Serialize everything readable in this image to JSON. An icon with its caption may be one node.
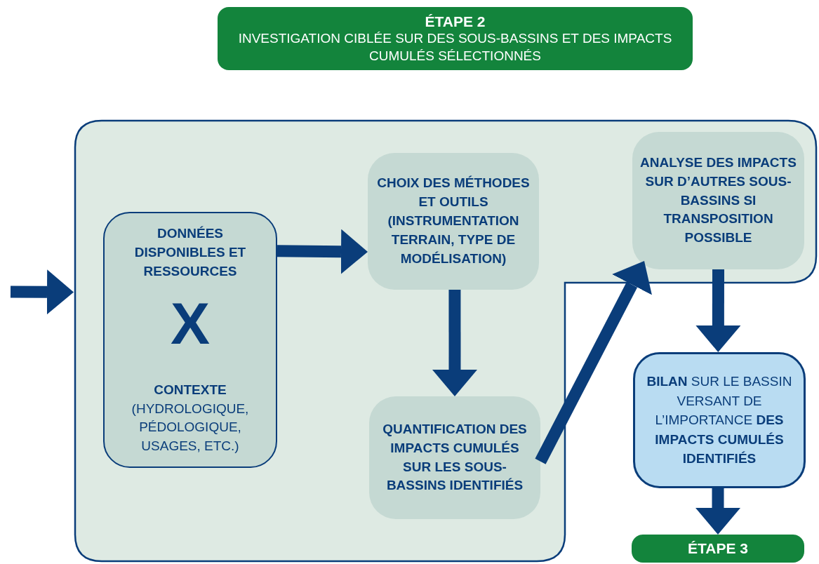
{
  "diagram": {
    "nodes": [
      {
        "text": [
          "ÉTAPE 2",
          "INVESTIGATION CIBLÉE SUR DES SOUS-BASSINS ET DES IMPACTS CUMULÉS SÉLECTIONNÉS"
        ]
      },
      {
        "text": [],
        "shape": "box"
      },
      {
        "text": [
          "DONNÉES DISPONIBLES ET RESSOURCES",
          "X",
          "CONTEXTE",
          "(HYDROLOGIQUE, PÉDOLOGIQUE, USAGES, ETC.)"
        ],
        "in": 1
      },
      {
        "text": [
          "CHOIX DES MÉTHODES ET OUTILS (INSTRUMENTATION TERRAIN, TYPE DE MODÉLISATION)"
        ],
        "in": 1
      },
      {
        "text": [
          "QUANTIFICATION DES IMPACTS CUMULÉS SUR LES SOUS-BASSINS IDENTIFIÉS"
        ],
        "in": 1
      },
      {
        "text": [
          "ANALYSE DES IMPACTS SUR D’AUTRES SOUS-BASSINS SI TRANSPOSITION POSSIBLE"
        ],
        "in": 1
      },
      {
        "text": [
          "**BILAN** SUR LE BASSIN VERSANT DE L’IMPORTANCE **DES IMPACTS CUMULÉS IDENTIFIÉS**"
        ]
      },
      {
        "text": [
          "ÉTAPE 3"
        ]
      }
    ],
    "edges": [
      {
        "from": null,
        "to": 1,
        "arrow": "to"
      },
      {
        "from": 2,
        "to": 3,
        "arrow": "to"
      },
      {
        "from": 3,
        "to": 4,
        "arrow": "to"
      },
      {
        "from": 4,
        "to": 5,
        "arrow": "to"
      },
      {
        "from": 5,
        "to": 6,
        "arrow": "to"
      },
      {
        "from": 6,
        "to": 7,
        "arrow": "to"
      }
    ]
  }
}
